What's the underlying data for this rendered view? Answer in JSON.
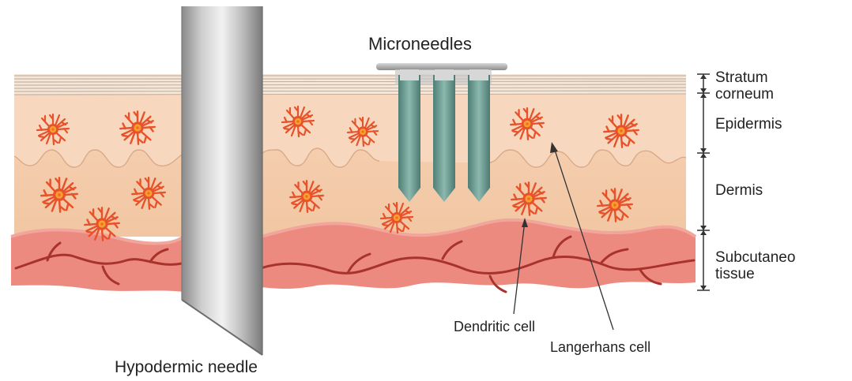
{
  "labels": {
    "microneedles": "Microneedles",
    "hypodermic_needle": "Hypodermic needle",
    "stratum_line1": "Stratum",
    "stratum_line2": "corneum",
    "epidermis": "Epidermis",
    "dermis": "Dermis",
    "subcutaneous_line1": "Subcutaneo",
    "subcutaneous_line2": "tissue",
    "dendritic_cell": "Dendritic cell",
    "langerhans_cell": "Langerhans cell"
  },
  "colors": {
    "stratum": "#f6e2d2",
    "epidermis": "#f6d0b2",
    "dermis": "#f4cba8",
    "subcutaneous": "#ec8a80",
    "vessel": "#a8332c",
    "cell_ray": "#e8522a",
    "cell_core": "#f7a030",
    "microneedle": "#6fa096",
    "needle_metal": "#b9b9b9"
  },
  "icons": {
    "cell": "langerhans-cell-icon",
    "scale_tick": "dimension-arrow-icon"
  }
}
